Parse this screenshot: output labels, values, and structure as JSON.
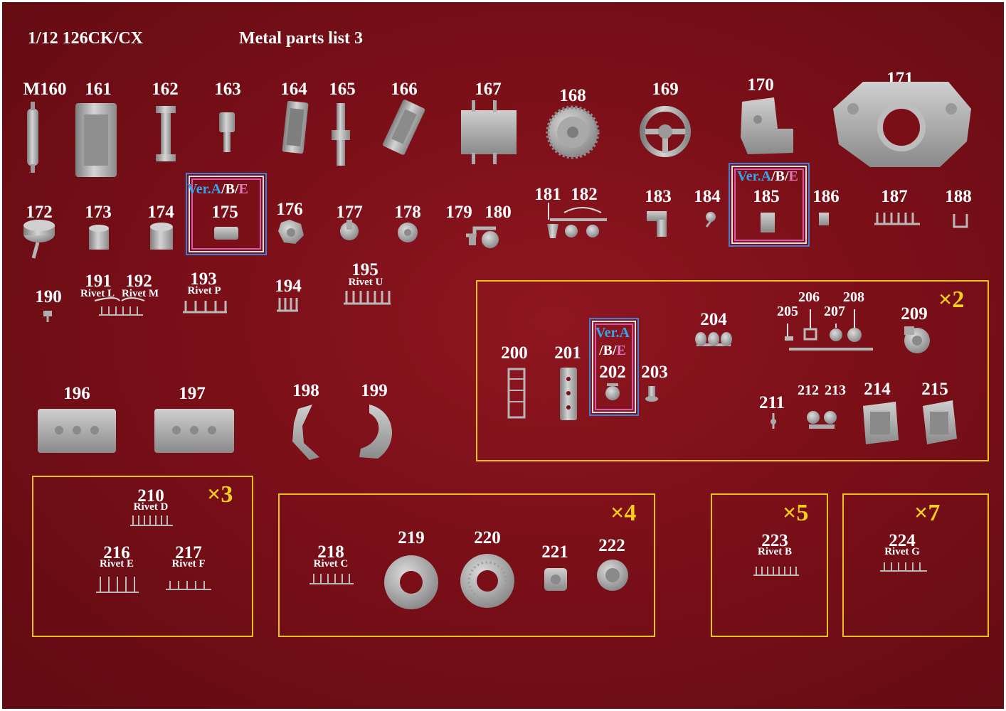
{
  "header": {
    "scale_model": "1/12 126CK/CX",
    "list_title": "Metal parts list 3"
  },
  "colors": {
    "background": "#7a0f18",
    "box_border": "#e8c21a",
    "multiplier": "#f5cf1c",
    "version_a": "#35a6ee",
    "version_e": "#e07ac0",
    "version_frame_outer": "#3f7fd6",
    "version_frame_inner": "#d55aa8",
    "metal_part": "#b8b8b8"
  },
  "version_tag": {
    "a": "Ver.A",
    "slash": "/",
    "b": "B",
    "e": "E"
  },
  "parts": {
    "M160": "M160",
    "p161": "161",
    "p162": "162",
    "p163": "163",
    "p164": "164",
    "p165": "165",
    "p166": "166",
    "p167": "167",
    "p168": "168",
    "p169": "169",
    "p170": "170",
    "p171": "171",
    "p172": "172",
    "p173": "173",
    "p174": "174",
    "p175": "175",
    "p176": "176",
    "p177": "177",
    "p178": "178",
    "p179": "179",
    "p180": "180",
    "p181": "181",
    "p182": "182",
    "p183": "183",
    "p184": "184",
    "p185": "185",
    "p186": "186",
    "p187": "187",
    "p188": "188",
    "p190": "190",
    "p191": "191",
    "p192": "192",
    "p193": "193",
    "p194": "194",
    "p195": "195",
    "p196": "196",
    "p197": "197",
    "p198": "198",
    "p199": "199",
    "p200": "200",
    "p201": "201",
    "p202": "202",
    "p203": "203",
    "p204": "204",
    "p205": "205",
    "p206": "206",
    "p207": "207",
    "p208": "208",
    "p209": "209",
    "p210": "210",
    "p211": "211",
    "p212": "212",
    "p213": "213",
    "p214": "214",
    "p215": "215",
    "p216": "216",
    "p217": "217",
    "p218": "218",
    "p219": "219",
    "p220": "220",
    "p221": "221",
    "p222": "222",
    "p223": "223",
    "p224": "224"
  },
  "rivets": {
    "r191": "Rivet L",
    "r192": "Rivet M",
    "r193": "Rivet P",
    "r195": "Rivet U",
    "r210": "Rivet D",
    "r216": "Rivet E",
    "r217": "Rivet F",
    "r218": "Rivet C",
    "r223": "Rivet B",
    "r224": "Rivet G"
  },
  "multipliers": {
    "x2": "×2",
    "x3": "×3",
    "x4": "×4",
    "x5": "×5",
    "x7": "×7"
  }
}
